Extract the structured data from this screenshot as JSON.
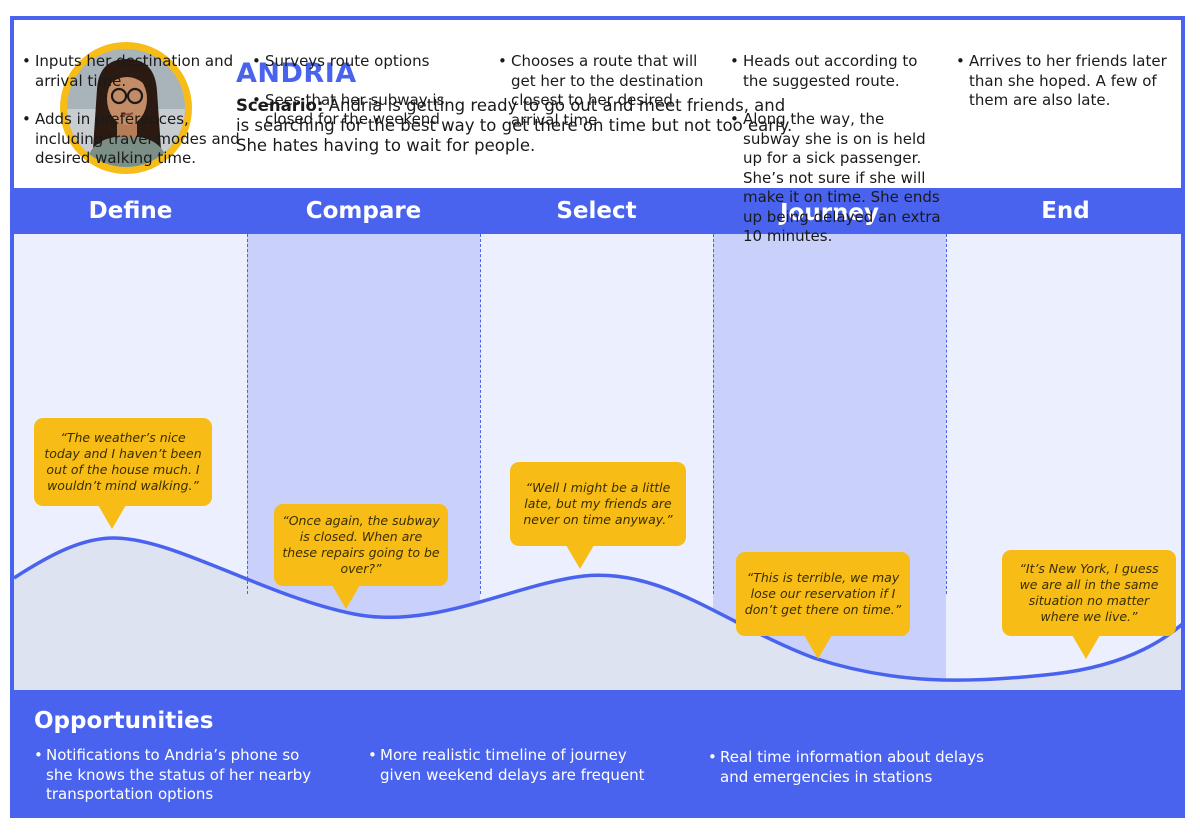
{
  "persona": {
    "name": "ANDRIA",
    "scenario_label": "Scenario:",
    "scenario_text": " Andria is getting ready to go out and meet friends, and is searching for the best way to get there on time but not too early.  She hates having to wait for people."
  },
  "stages": [
    {
      "title": "Define",
      "bullets": [
        "Inputs her destination and arrival time.",
        "Adds in preferences, including travel modes and desired walking time."
      ],
      "quote": "“The weather’s nice today and I haven’t been out of the house much.  I wouldn’t mind walking.”"
    },
    {
      "title": "Compare",
      "bullets": [
        "Surveys route options",
        "Sees that her subway is closed for the weekend"
      ],
      "quote": "“Once again, the subway is closed.  When are these repairs going to be over?”"
    },
    {
      "title": "Select",
      "bullets": [
        "Chooses a route that will get her to the destination closest to her desired arrival time"
      ],
      "quote": "“Well I might be a little late, but my friends are never on time anyway.”"
    },
    {
      "title": "Journey",
      "bullets": [
        "Heads out according to the suggested route.",
        "Along the way, the subway she is on is held up for a sick passenger. She’s not sure if she will make it on time.  She ends up being delayed an extra 10 minutes."
      ],
      "quote": "“This is terrible, we may lose our reservation if I don’t get there on time.”"
    },
    {
      "title": "End",
      "bullets": [
        "Arrives to her friends later than she hoped.  A few of them are also late."
      ],
      "quote": "“It’s New York, I guess we are all in the same situation no matter where we live.”"
    }
  ],
  "opportunities": {
    "title": "Opportunities",
    "items": [
      "Notifications to Andria’s phone so she knows the status of her nearby transportation options",
      "More realistic timeline of journey given weekend delays are frequent",
      "Real time information about delays and emergencies in stations"
    ]
  },
  "colors": {
    "primary": "#4a63ee",
    "accent": "#f7bd16",
    "column_light": "#eceffd",
    "column_dark": "#c9d1fb",
    "wave_fill": "#dde3f1"
  }
}
